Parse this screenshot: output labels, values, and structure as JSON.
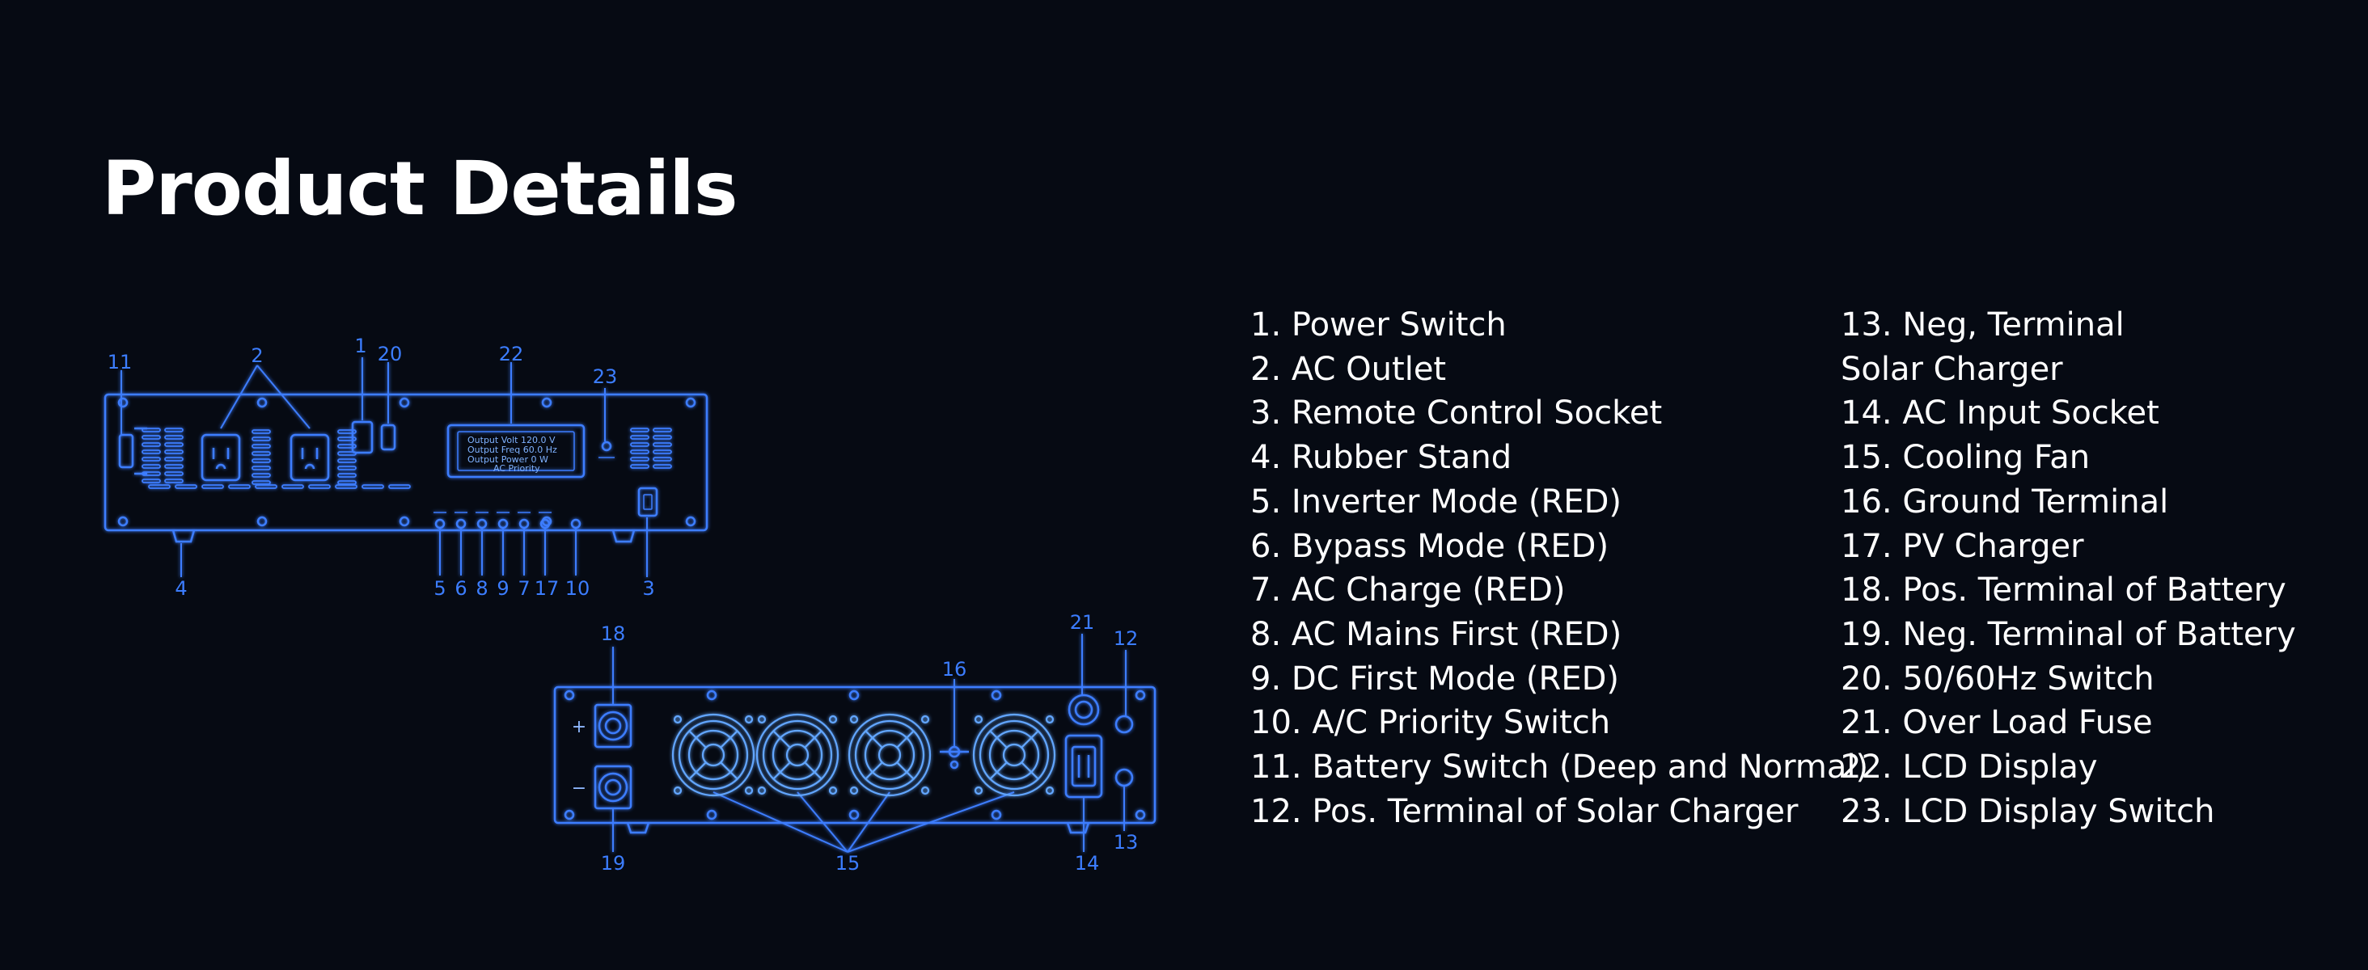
{
  "title": "Product Details",
  "colors": {
    "background": "#060a13",
    "line": "#3c7dff",
    "fan": "#62a6ff",
    "text": "#ffffff"
  },
  "front_panel": {
    "lcd": {
      "line1": "Output    Volt  120.0   V",
      "line2": "Output    Freq   60.0  Hz",
      "line3": "Output    Power       0   W",
      "line4": "AC  Priority"
    }
  },
  "callouts": {
    "c1": "1",
    "c2": "2",
    "c3": "3",
    "c4": "4",
    "c5": "5",
    "c6": "6",
    "c7": "7",
    "c8": "8",
    "c9": "9",
    "c10": "10",
    "c11": "11",
    "c12": "12",
    "c13": "13",
    "c14": "14",
    "c15": "15",
    "c16": "16",
    "c17": "17",
    "c18": "18",
    "c19": "19",
    "c20": "20",
    "c21": "21",
    "c22": "22",
    "c23": "23"
  },
  "rear_panel": {
    "plus": "+",
    "minus": "−"
  },
  "legend": {
    "col1": [
      "1. Power Switch",
      "2. AC Outlet",
      "3. Remote Control Socket",
      "4. Rubber Stand",
      "5. Inverter Mode (RED)",
      "6. Bypass Mode (RED)",
      "7. AC Charge (RED)",
      "8. AC Mains First (RED)",
      "9. DC First Mode (RED)",
      "10. A/C Priority Switch",
      "11. Battery Switch (Deep and Normal)",
      "12. Pos. Terminal of Solar Charger"
    ],
    "col2": [
      "13. Neg, Terminal",
      "Solar Charger",
      "14. AC Input Socket",
      "15. Cooling Fan",
      "16. Ground Terminal",
      "17. PV Charger",
      "18. Pos. Terminal of Battery",
      "19. Neg. Terminal of Battery",
      "20. 50/60Hz Switch",
      "21. Over Load Fuse",
      "22. LCD Display",
      "23. LCD Display Switch"
    ]
  }
}
